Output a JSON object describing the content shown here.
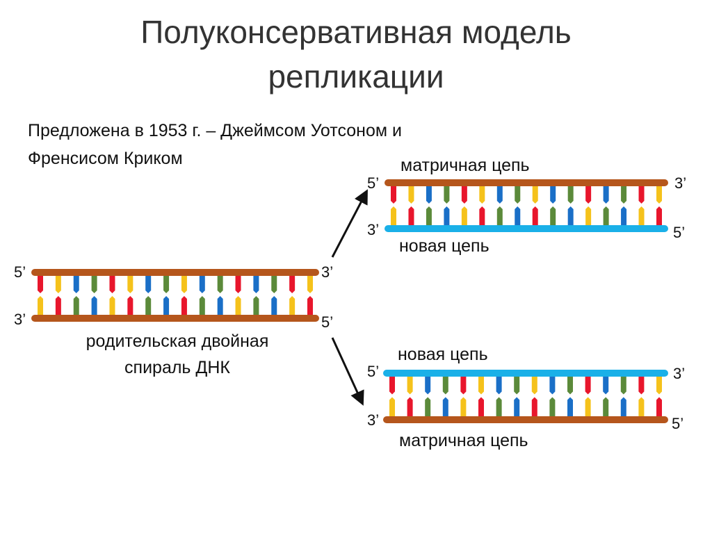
{
  "title": {
    "line1": "Полуконсервативная модель",
    "line2": "репликации"
  },
  "subtitle": {
    "line1": "Предложена в 1953 г. – Джеймсом Уотсоном и",
    "line2": "Френсисом Криком"
  },
  "parent": {
    "caption_line1": "родительская двойная",
    "caption_line2": "спираль ДНК",
    "top_left": "5’",
    "top_right": "3’",
    "bottom_left": "3’",
    "bottom_right": "5’"
  },
  "daughter_top": {
    "template_label": "матричная цепь",
    "new_label": "новая цепь",
    "top_left": "5’",
    "top_right": "3’",
    "bottom_left": "3’",
    "bottom_right": "5’"
  },
  "daughter_bottom": {
    "new_label": "новая цепь",
    "template_label": "матричная цепь",
    "top_left": "5’",
    "top_right": "3’",
    "bottom_left": "3’",
    "bottom_right": "5’"
  },
  "colors": {
    "template_strand": "#b5561c",
    "new_strand": "#1ab0e8",
    "base_red": "#e8162c",
    "base_yellow": "#f5c21b",
    "base_blue": "#1a6fc7",
    "base_green": "#5b8a3a",
    "arrow": "#111111"
  },
  "base_pairs_top_row": [
    "red",
    "yellow",
    "blue",
    "green",
    "red",
    "yellow",
    "blue",
    "green",
    "yellow",
    "blue",
    "green",
    "red",
    "blue",
    "green",
    "red",
    "yellow"
  ]
}
